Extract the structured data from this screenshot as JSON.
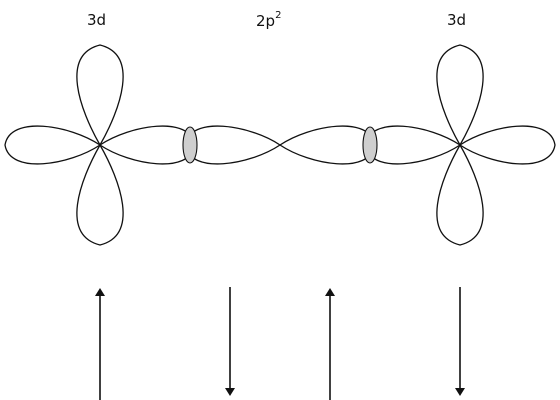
{
  "labels": {
    "left_orbital": "3d",
    "middle_orbital_base": "2p",
    "middle_orbital_sup": "2",
    "right_orbital": "3d"
  },
  "spins": [
    "up",
    "down",
    "up",
    "down"
  ],
  "colors": {
    "line": "#111111",
    "overlap_fill": "#cfcfcf",
    "background": "#ffffff"
  }
}
